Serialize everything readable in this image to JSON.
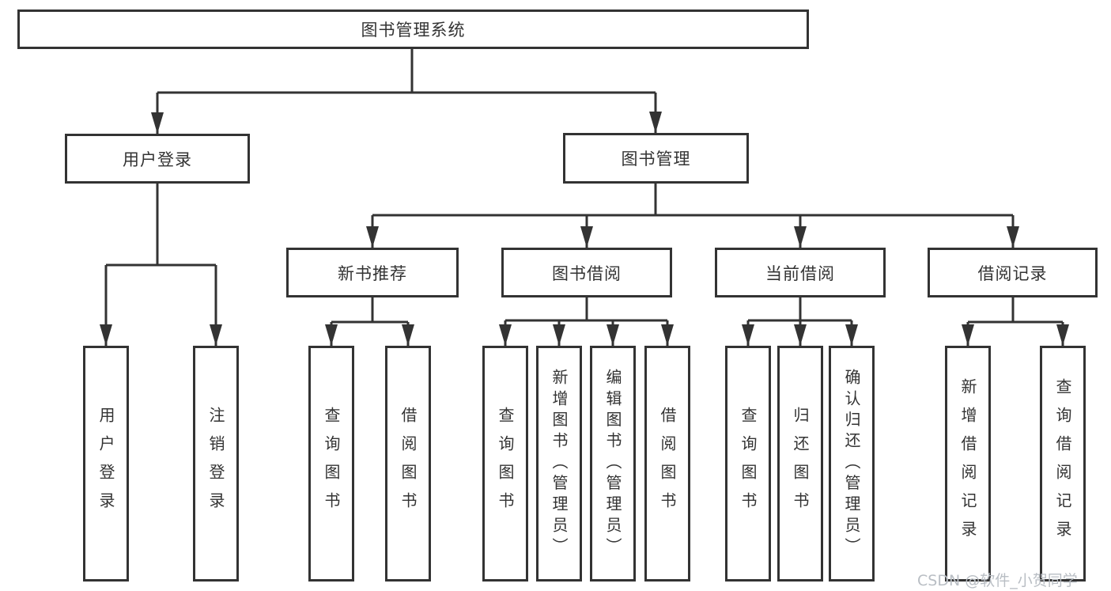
{
  "root": {
    "label": "图书管理系统"
  },
  "branches": {
    "user_login": {
      "label": "用户登录",
      "leaves": [
        "用户登录",
        "注销登录"
      ]
    },
    "book_management": {
      "label": "图书管理"
    }
  },
  "sections": [
    {
      "label": "新书推荐",
      "leaves": [
        "查询图书",
        "借阅图书"
      ]
    },
    {
      "label": "图书借阅",
      "leaves": [
        "查询图书",
        "新增图书（管理员）",
        "编辑图书（管理员）",
        "借阅图书"
      ]
    },
    {
      "label": "当前借阅",
      "leaves": [
        "查询图书",
        "归还图书",
        "确认归还（管理员）"
      ]
    },
    {
      "label": "借阅记录",
      "leaves": [
        "新增借阅记录",
        "查询借阅记录"
      ]
    }
  ],
  "watermark": "CSDN @软件_小贺同学",
  "colors": {
    "line": "#333333",
    "watermark": "#b9bec4",
    "background": "#ffffff"
  }
}
